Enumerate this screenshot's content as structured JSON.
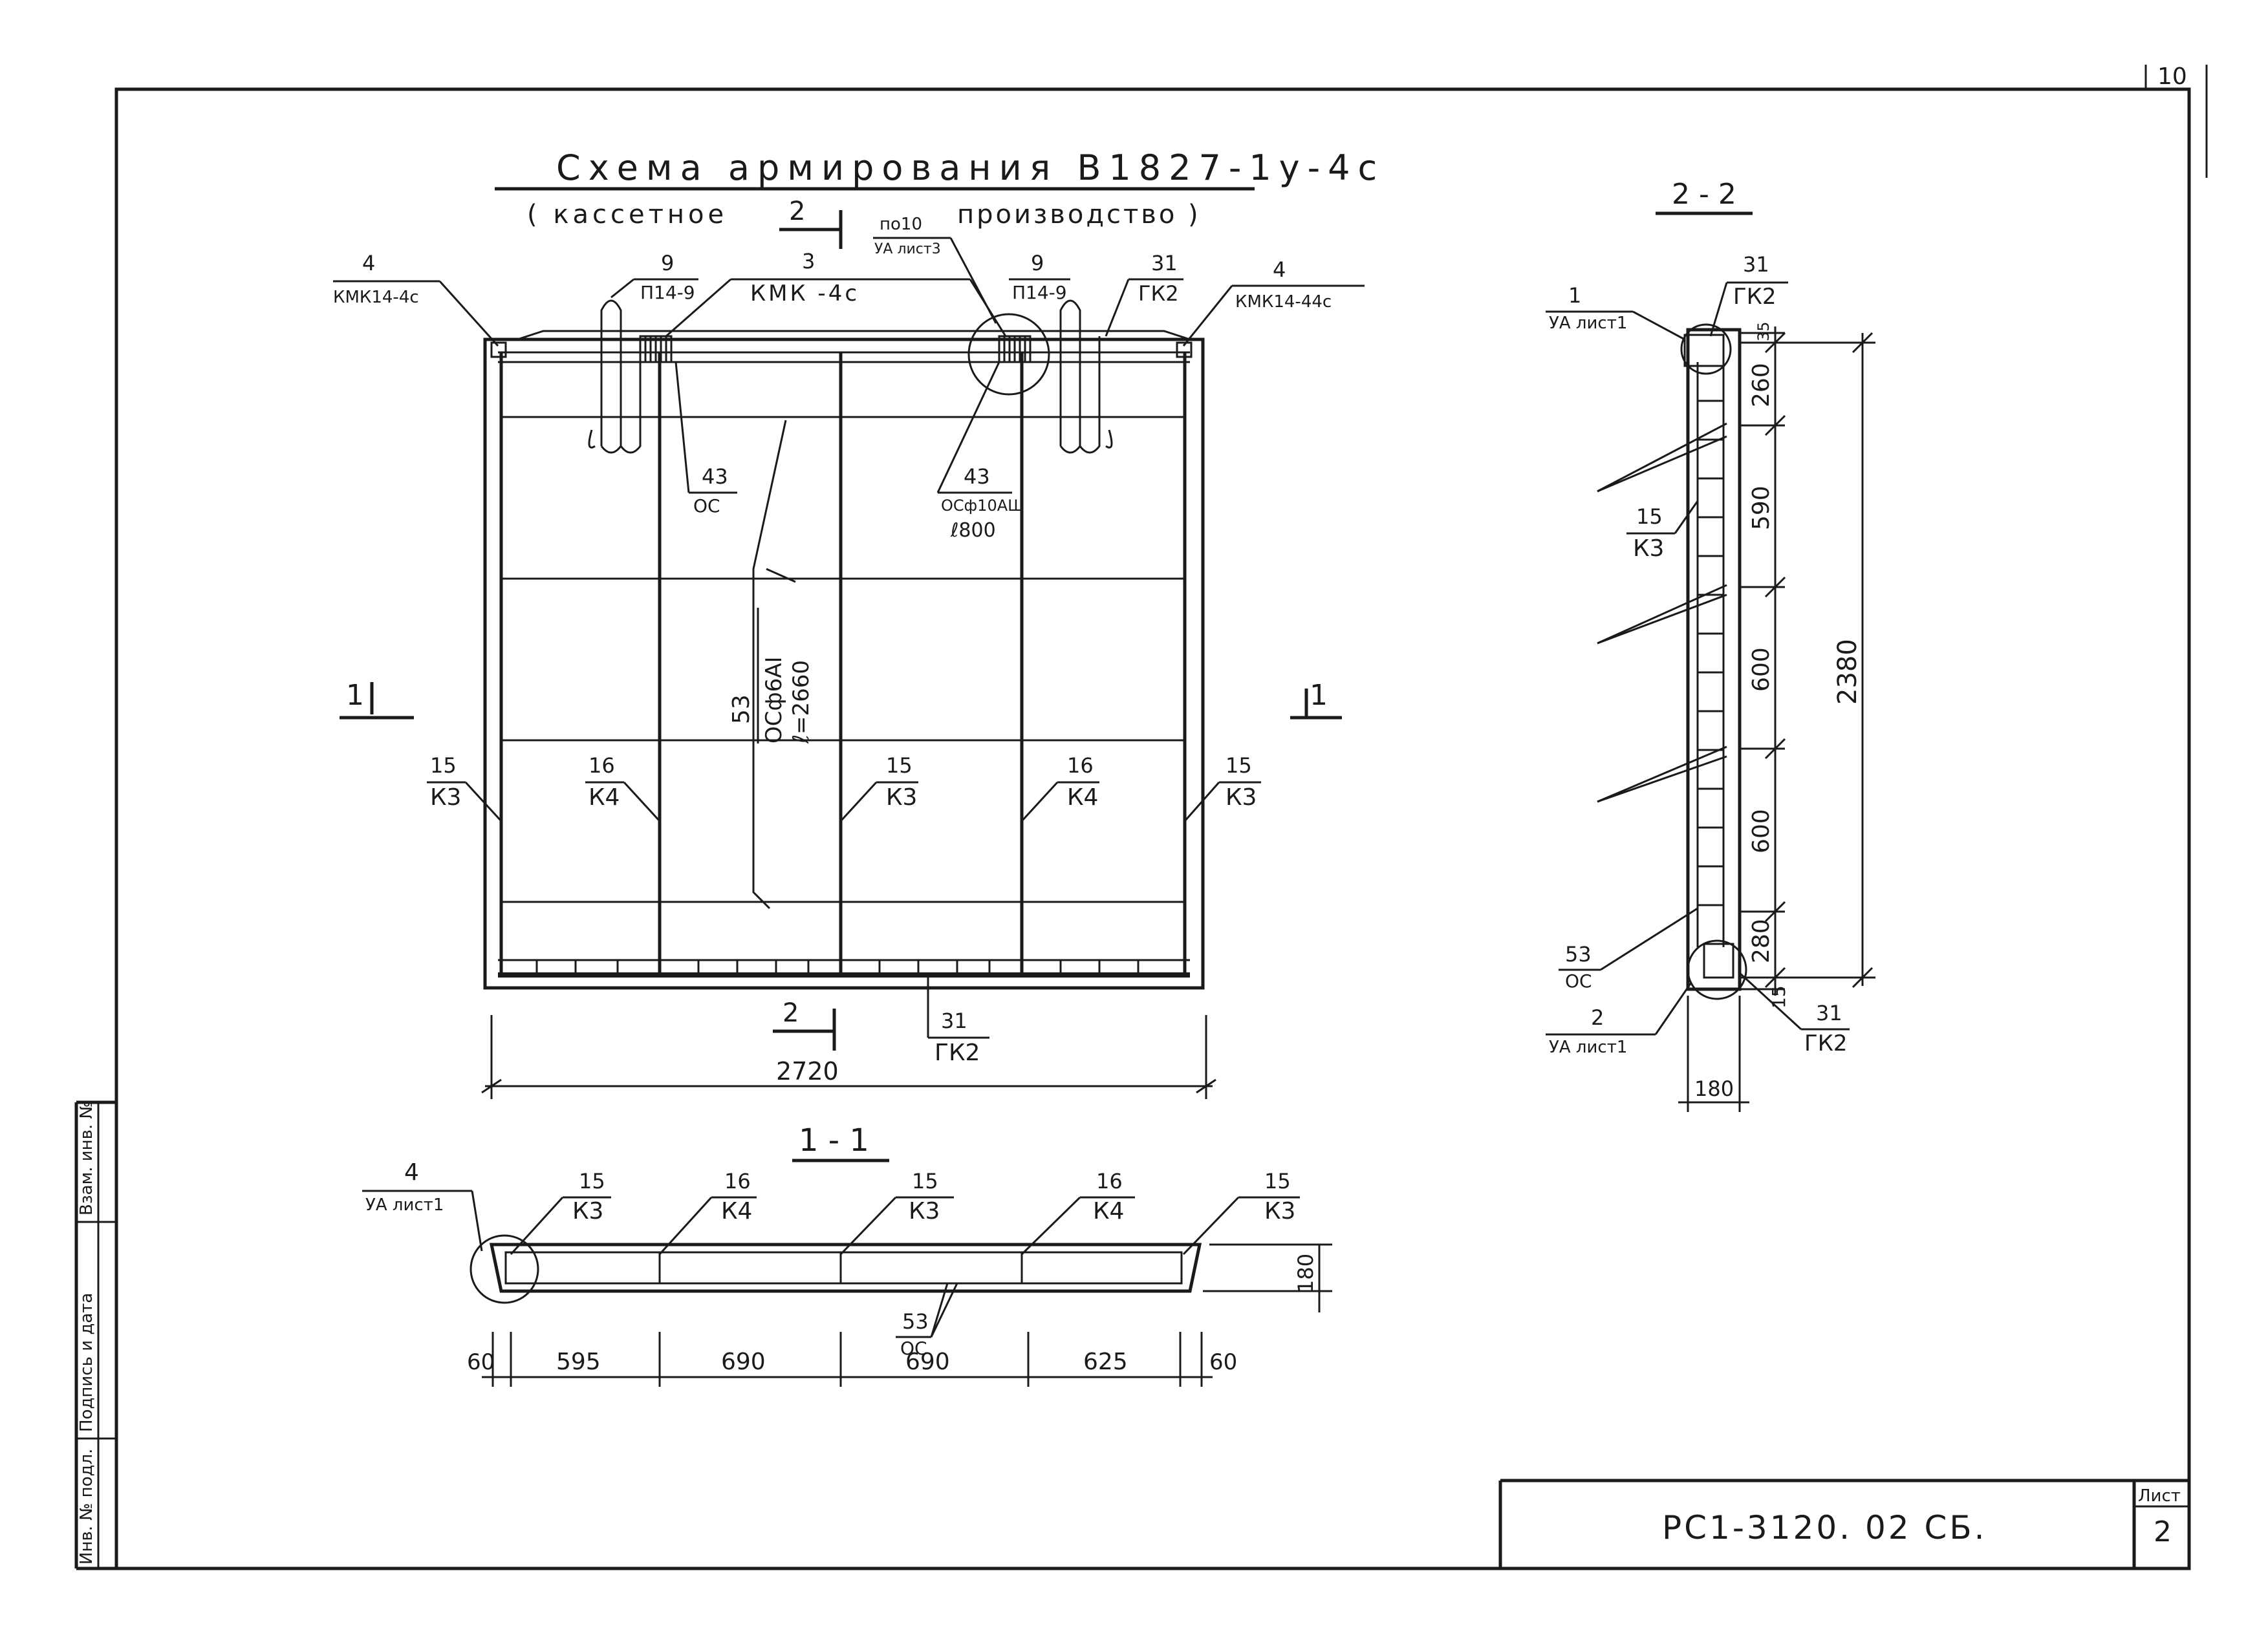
{
  "title": {
    "main": "Схема армирования В1827-1у-4с",
    "sub_left": "( кассетное",
    "sub_right": "производство )"
  },
  "sheet": {
    "top_number": "10",
    "stamp_label": "Лист",
    "stamp_number": "2",
    "designation": "РС1-3120. 02 СБ."
  },
  "side_strip": [
    "Инв. № подл.",
    "Подпись и дата",
    "Взам. инв. №"
  ],
  "front_view": {
    "section_mark_top": "2",
    "section_mark_bottom": "2",
    "section_mark_left": "1",
    "section_mark_right": "1",
    "callouts": {
      "c4_left_num": "4",
      "c4_left_code": "КМК14-4с",
      "c9_left_num": "9",
      "c9_left_code": "П14-9",
      "c3_num": "3",
      "c3_code": "КМК -4с",
      "c_po10_a": "по10",
      "c_po10_b": "УА лист3",
      "c9_right_num": "9",
      "c9_right_code": "П14-9",
      "c31_top_num": "31",
      "c31_top_code": "ГК2",
      "c4_right_num": "4",
      "c4_right_code": "КМК14-44с",
      "c43_left_num": "43",
      "c43_left_code": "ОС",
      "c43_right_num": "43",
      "c43_right_code": "ОСф10АШ",
      "c43_right_len": "ℓ800",
      "c53_num": "53",
      "c53_code": "ОСф6АI",
      "c53_len": "ℓ=2660",
      "k_labels": [
        {
          "num": "15",
          "code": "К3"
        },
        {
          "num": "16",
          "code": "К4"
        },
        {
          "num": "15",
          "code": "К3"
        },
        {
          "num": "16",
          "code": "К4"
        },
        {
          "num": "15",
          "code": "К3"
        }
      ],
      "c31_bottom_num": "31",
      "c31_bottom_code": "ГК2"
    },
    "width_dim": "2720"
  },
  "section_11": {
    "label": "1 - 1",
    "c4_num": "4",
    "c4_code": "УА лист1",
    "k_labels": [
      {
        "num": "15",
        "code": "К3"
      },
      {
        "num": "16",
        "code": "К4"
      },
      {
        "num": "15",
        "code": "К3"
      },
      {
        "num": "16",
        "code": "К4"
      },
      {
        "num": "15",
        "code": "К3"
      }
    ],
    "c53_num": "53",
    "c53_code": "ОС",
    "height_dim": "180",
    "dims": [
      "60",
      "595",
      "690",
      "690",
      "625",
      "60"
    ]
  },
  "section_22": {
    "label": "2 - 2",
    "c1_num": "1",
    "c1_code": "УА лист1",
    "c31_top_num": "31",
    "c31_top_code": "ГК2",
    "c15_num": "15",
    "c15_code": "К3",
    "c53_num": "53",
    "c53_code": "ОС",
    "c2_num": "2",
    "c2_code": "УА лист1",
    "c31_bottom_num": "31",
    "c31_bottom_code": "ГК2",
    "dims_vertical": [
      "35",
      "260",
      "590",
      "600",
      "600",
      "280",
      "15"
    ],
    "total_height": "2380",
    "width_dim": "180"
  }
}
